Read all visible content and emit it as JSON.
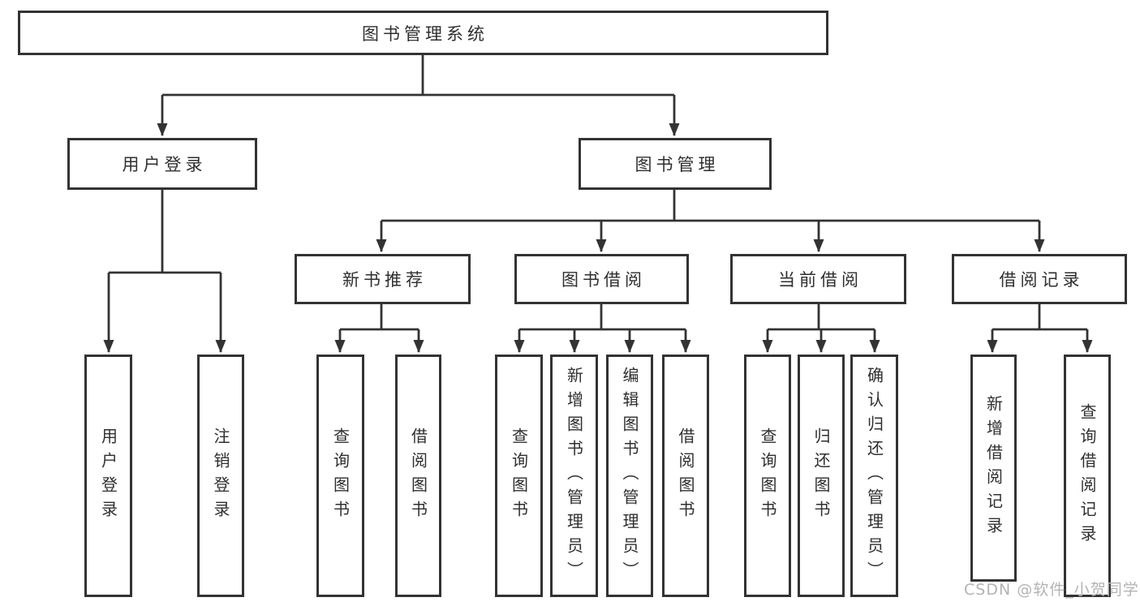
{
  "diagram": {
    "watermark": "CSDN @软件_小贺同学",
    "colors": {
      "line": "#333333",
      "box_border": "#333333",
      "box_fill": "#ffffff",
      "text": "#2f2f2f",
      "watermark": "#b3b3b3"
    },
    "tree": {
      "label": "图书管理系统",
      "children": [
        {
          "label": "用户登录",
          "children": [
            {
              "label": "用户登录"
            },
            {
              "label": "注销登录"
            }
          ]
        },
        {
          "label": "图书管理",
          "children": [
            {
              "label": "新书推荐",
              "children": [
                {
                  "label": "查询图书"
                },
                {
                  "label": "借阅图书"
                }
              ]
            },
            {
              "label": "图书借阅",
              "children": [
                {
                  "label": "查询图书"
                },
                {
                  "label": "新增图书（管理员）"
                },
                {
                  "label": "编辑图书（管理员）"
                },
                {
                  "label": "借阅图书"
                }
              ]
            },
            {
              "label": "当前借阅",
              "children": [
                {
                  "label": "查询图书"
                },
                {
                  "label": "归还图书"
                },
                {
                  "label": "确认归还（管理员）"
                }
              ]
            },
            {
              "label": "借阅记录",
              "children": [
                {
                  "label": "新增借阅记录"
                },
                {
                  "label": "查询借阅记录"
                }
              ]
            }
          ]
        }
      ]
    }
  }
}
